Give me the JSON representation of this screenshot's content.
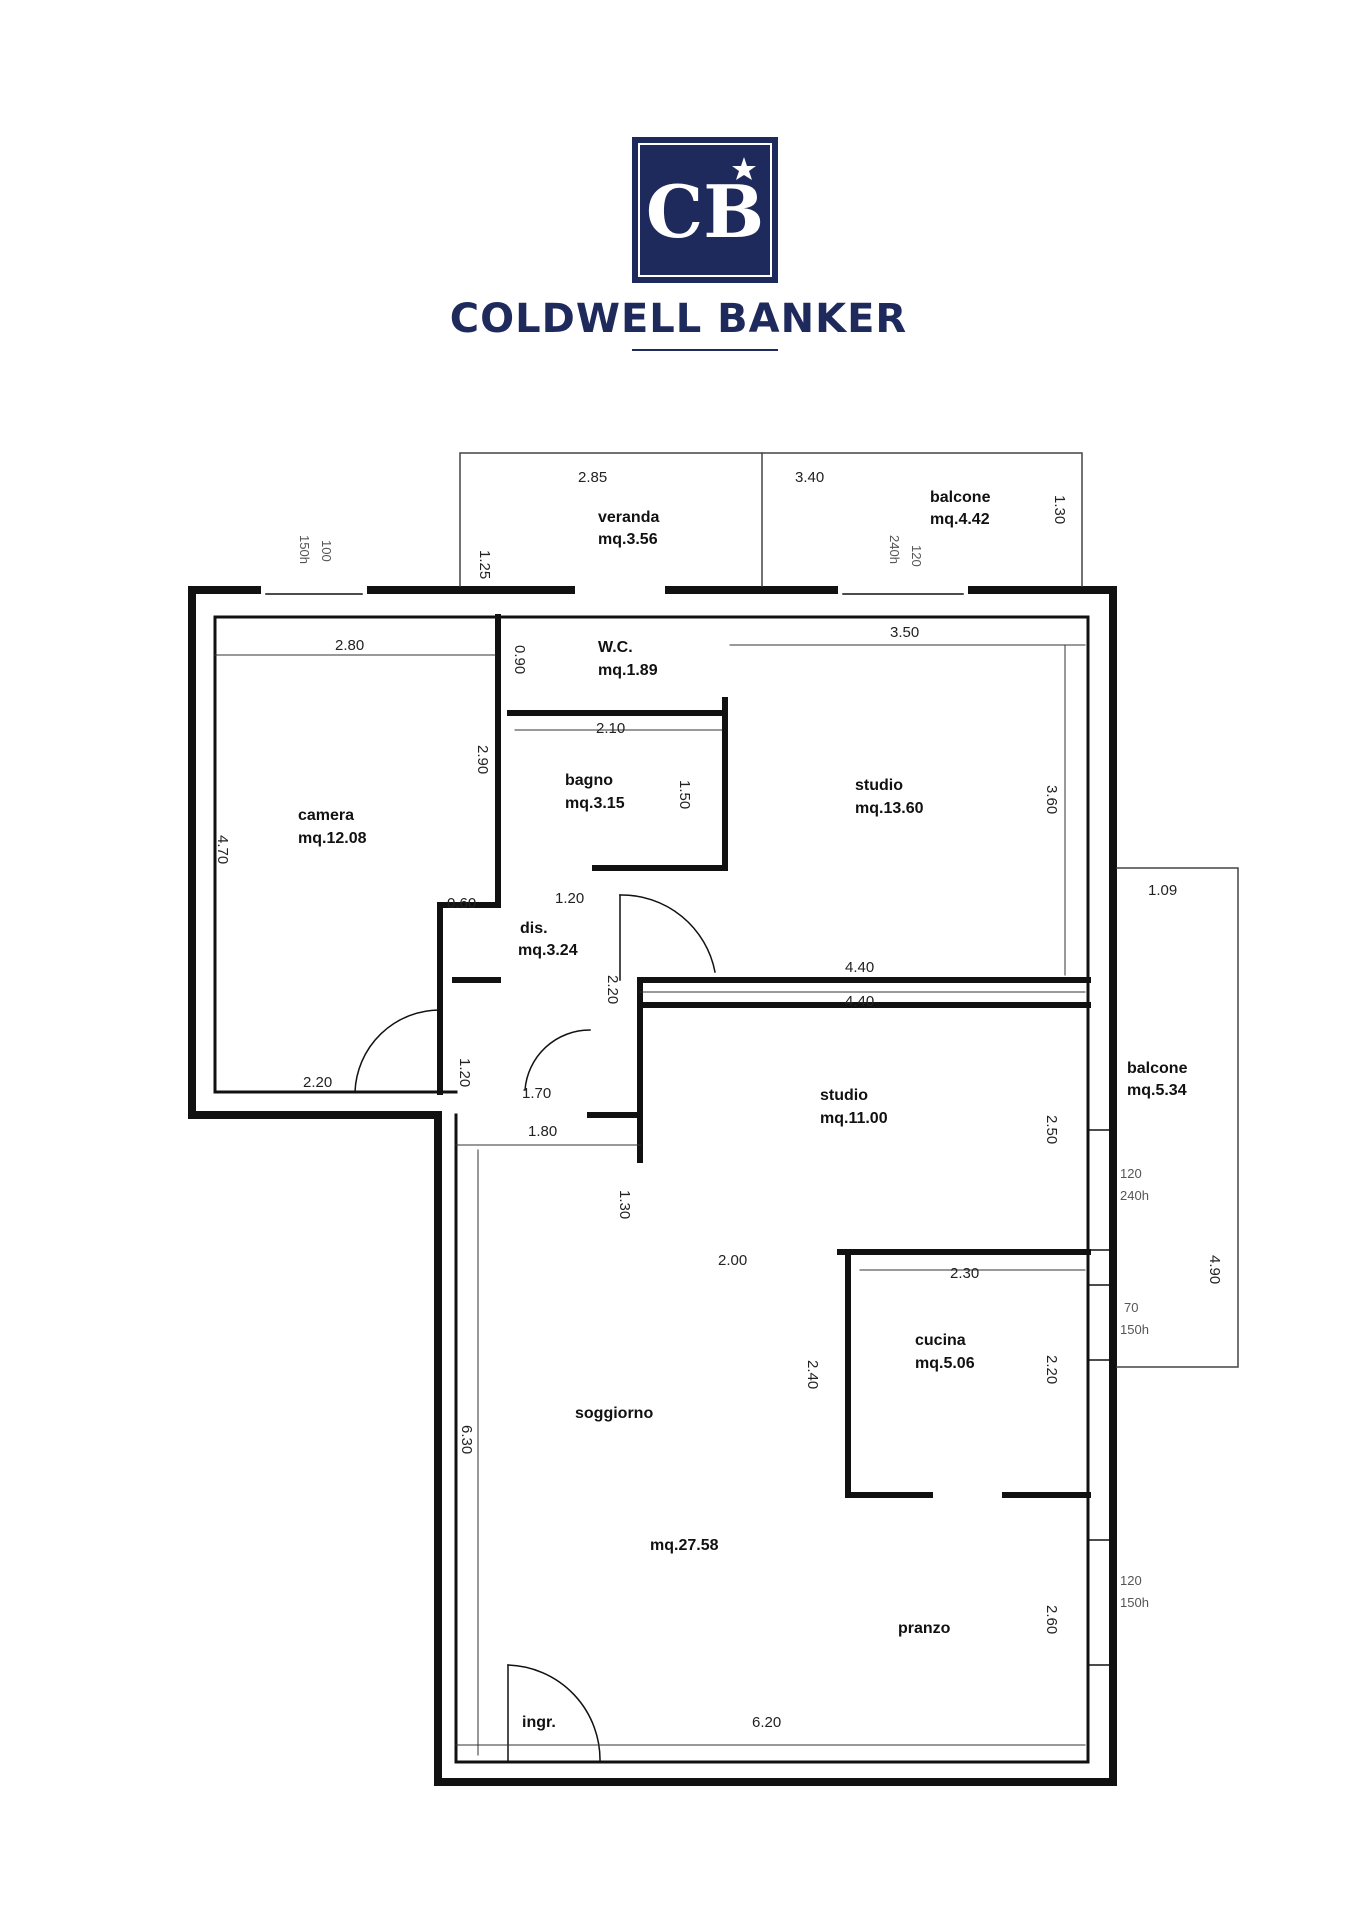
{
  "brand": {
    "logo_monogram": "CB",
    "name": "COLDWELL BANKER",
    "color": "#1f2a5c"
  },
  "rooms": {
    "veranda": {
      "name": "veranda",
      "area": "mq.3.56"
    },
    "balcone_top": {
      "name": "balcone",
      "area": "mq.4.42"
    },
    "wc": {
      "name": "W.C.",
      "area": "mq.1.89"
    },
    "bagno": {
      "name": "bagno",
      "area": "mq.3.15"
    },
    "camera": {
      "name": "camera",
      "area": "mq.12.08"
    },
    "studio_top": {
      "name": "studio",
      "area": "mq.13.60"
    },
    "dis": {
      "name": "dis.",
      "area": "mq.3.24"
    },
    "studio_mid": {
      "name": "studio",
      "area": "mq.11.00"
    },
    "balcone_right": {
      "name": "balcone",
      "area": "mq.5.34"
    },
    "cucina": {
      "name": "cucina",
      "area": "mq.5.06"
    },
    "soggiorno": {
      "name": "soggiorno",
      "area": "mq.27.58"
    },
    "pranzo": {
      "name": "pranzo"
    },
    "ingr": {
      "name": "ingr."
    }
  },
  "dimensions": {
    "veranda_w": "2.85",
    "veranda_h": "1.25",
    "balcone_top_w": "3.40",
    "balcone_top_h": "1.30",
    "camera_win_w": "100",
    "camera_win_h": "150h",
    "studio_win_w": "120",
    "studio_win_h": "240h",
    "camera_w": "2.80",
    "camera_h": "4.70",
    "wc_h": "0.90",
    "bagno_w": "2.10",
    "bagno_h": "1.50",
    "camera_inner": "2.90",
    "studio_top_w": "3.50",
    "studio_top_h": "3.60",
    "dis_step": "0.60",
    "dis_door": "1.20",
    "studio_wall": "4.40",
    "studio_mid_w": "4.40",
    "dis_h": "2.20",
    "camera_bottom": "2.20",
    "corridor_h": "1.20",
    "dis_w": "1.70",
    "entry_w": "1.80",
    "balcone_right_w": "1.09",
    "studio_mid_h": "2.50",
    "studio_mid_win_w": "120",
    "studio_mid_win_h": "240h",
    "soggiorno_step": "1.30",
    "soggiorno_step_w": "2.00",
    "cucina_w": "2.30",
    "cucina_win_w": "70",
    "cucina_win_h": "150h",
    "balcone_right_h": "4.90",
    "cucina_h": "2.40",
    "cucina_h2": "2.20",
    "soggiorno_h": "6.30",
    "pranzo_win_w": "120",
    "pranzo_win_h": "150h",
    "pranzo_h": "2.60",
    "soggiorno_w": "6.20"
  }
}
